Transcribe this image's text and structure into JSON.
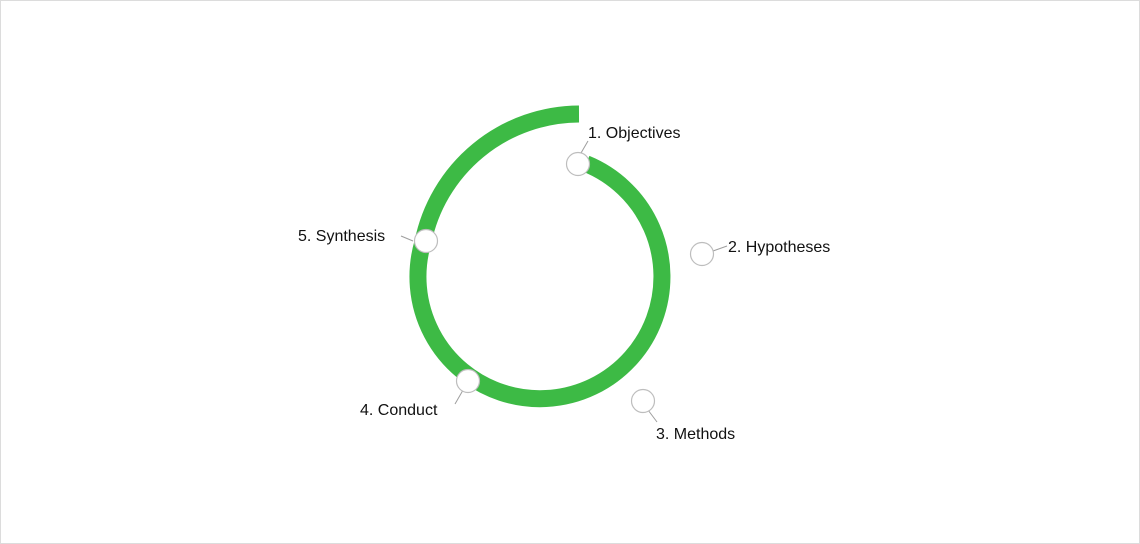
{
  "diagram": {
    "accent_color": "#3dba45",
    "node_fill": "#ffffff",
    "node_stroke": "#bdbdbd",
    "steps": [
      {
        "label": "1. Objectives"
      },
      {
        "label": "2. Hypotheses"
      },
      {
        "label": "3. Methods"
      },
      {
        "label": "4. Conduct"
      },
      {
        "label": "5. Synthesis"
      }
    ]
  }
}
